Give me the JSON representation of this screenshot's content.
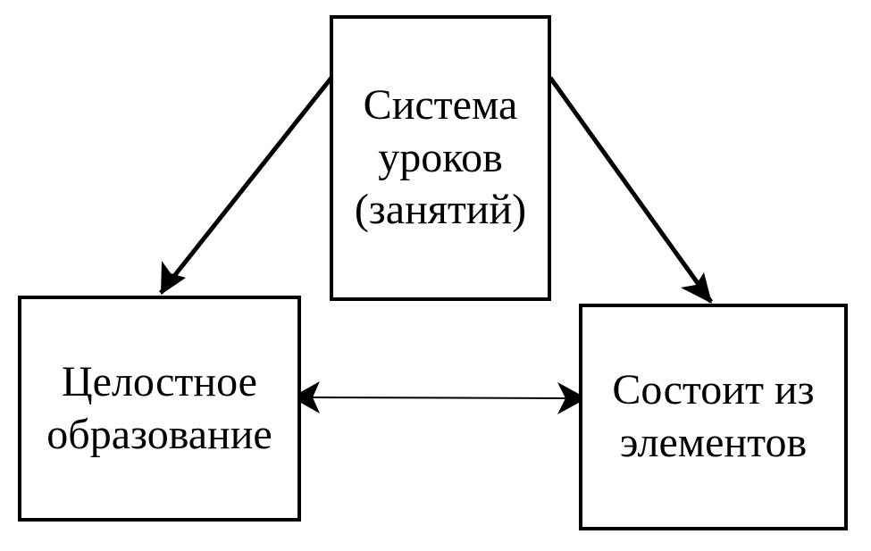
{
  "diagram": {
    "nodes": {
      "system": {
        "lines": [
          "Система",
          "уроков",
          "(занятий)"
        ]
      },
      "whole": {
        "lines": [
          "Целостное",
          "образование"
        ]
      },
      "elements": {
        "lines": [
          "Состоит из",
          "элементов"
        ]
      }
    },
    "edges": [
      {
        "from": "system",
        "to": "whole",
        "direction": "forward"
      },
      {
        "from": "system",
        "to": "elements",
        "direction": "forward"
      },
      {
        "from": "whole",
        "to": "elements",
        "direction": "both"
      }
    ],
    "colors": {
      "stroke": "#000000",
      "background": "#ffffff"
    }
  }
}
